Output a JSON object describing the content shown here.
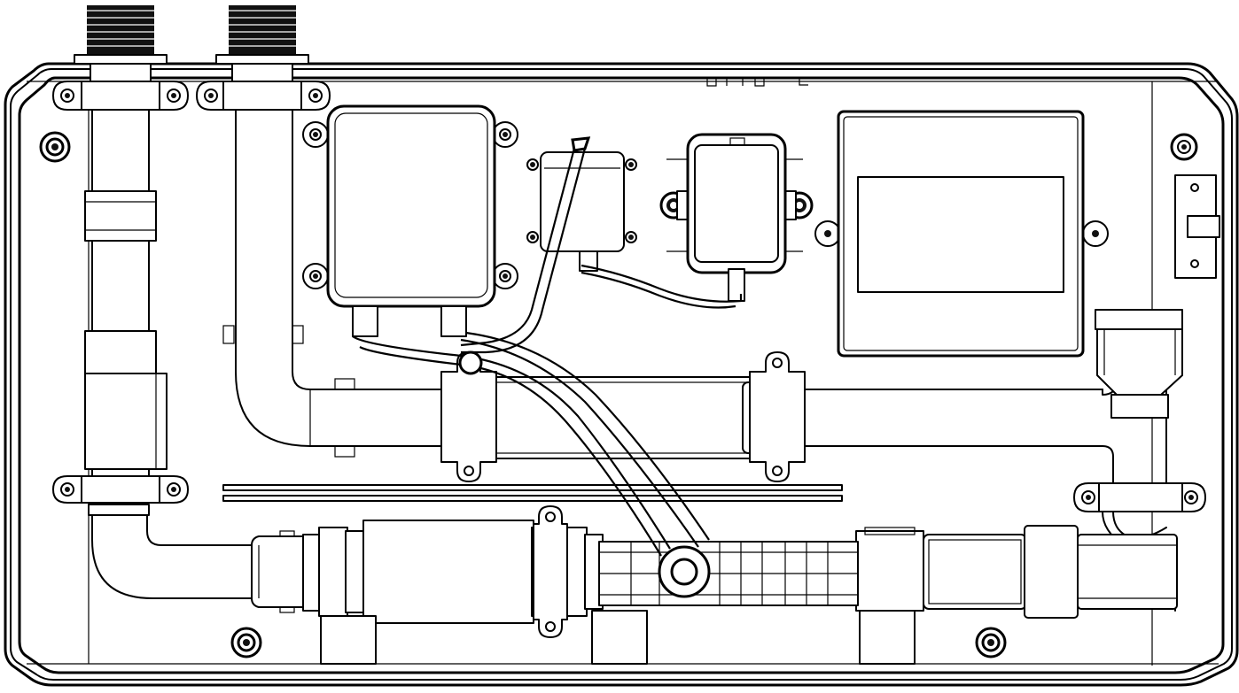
{
  "diagram": {
    "colors": {
      "line": "#000000",
      "background": "#ffffff",
      "fill": "#ffffff"
    },
    "components": [
      {
        "id": "enclosure",
        "kind": "rounded-housing"
      },
      {
        "id": "inlet-fitting-left",
        "kind": "threaded-fitting"
      },
      {
        "id": "inlet-fitting-right",
        "kind": "threaded-fitting"
      },
      {
        "id": "pipe-left-vertical",
        "kind": "pipe"
      },
      {
        "id": "pipe-right-vertical",
        "kind": "pipe"
      },
      {
        "id": "box-large",
        "kind": "enclosure-box"
      },
      {
        "id": "box-small",
        "kind": "enclosure-box"
      },
      {
        "id": "sensor-module",
        "kind": "module"
      },
      {
        "id": "display-panel",
        "kind": "panel"
      },
      {
        "id": "side-bracket",
        "kind": "bracket"
      },
      {
        "id": "middle-pipe",
        "kind": "pipe"
      },
      {
        "id": "bottom-pipe",
        "kind": "pipe"
      },
      {
        "id": "heater-mesh",
        "kind": "mesh-section"
      },
      {
        "id": "outlet-funnel",
        "kind": "funnel"
      },
      {
        "id": "cable-pair",
        "kind": "cable"
      }
    ]
  }
}
